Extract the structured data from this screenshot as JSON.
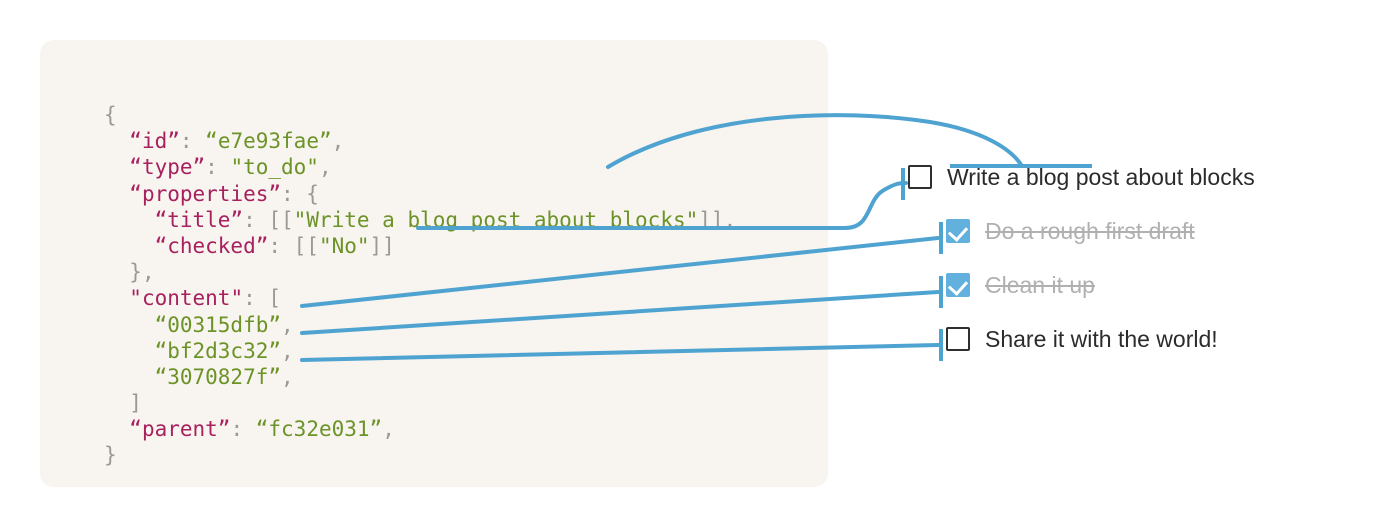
{
  "panel": {
    "background_color": "#f8f4ef",
    "accent_color": "#4fa3d1",
    "key_color": "#a7215e",
    "value_color": "#6c9328",
    "punctuation_color": "#9a9a94"
  },
  "code": {
    "language": "json",
    "lines": [
      {
        "id": "l0",
        "indent": 0,
        "tokens": [
          {
            "t": "punc",
            "s": "{"
          }
        ]
      },
      {
        "id": "l1",
        "indent": 1,
        "tokens": [
          {
            "t": "key",
            "s": "“id”"
          },
          {
            "t": "punc",
            "s": ": "
          },
          {
            "t": "val",
            "s": "“e7e93fae”"
          },
          {
            "t": "punc",
            "s": ","
          }
        ]
      },
      {
        "id": "l2",
        "indent": 1,
        "tokens": [
          {
            "t": "key",
            "s": "“type”"
          },
          {
            "t": "punc",
            "s": ": "
          },
          {
            "t": "val",
            "s": "\"to_do\""
          },
          {
            "t": "punc",
            "s": ","
          }
        ]
      },
      {
        "id": "l3",
        "indent": 1,
        "tokens": [
          {
            "t": "key",
            "s": "“properties”"
          },
          {
            "t": "punc",
            "s": ": {"
          }
        ]
      },
      {
        "id": "l4",
        "indent": 2,
        "tokens": [
          {
            "t": "key",
            "s": "“title”"
          },
          {
            "t": "punc",
            "s": ": [["
          },
          {
            "t": "val",
            "s": "\"Write a blog post about blocks\""
          },
          {
            "t": "punc",
            "s": "]],"
          }
        ]
      },
      {
        "id": "l5",
        "indent": 2,
        "tokens": [
          {
            "t": "key",
            "s": "“checked”"
          },
          {
            "t": "punc",
            "s": ": [["
          },
          {
            "t": "val",
            "s": "\"No\""
          },
          {
            "t": "punc",
            "s": "]]"
          }
        ]
      },
      {
        "id": "l6",
        "indent": 1,
        "tokens": [
          {
            "t": "punc",
            "s": "},"
          }
        ]
      },
      {
        "id": "l7",
        "indent": 1,
        "tokens": [
          {
            "t": "key",
            "s": "\"content\""
          },
          {
            "t": "punc",
            "s": ": ["
          }
        ]
      },
      {
        "id": "l8",
        "indent": 2,
        "tokens": [
          {
            "t": "val",
            "s": "“00315dfb”"
          },
          {
            "t": "punc",
            "s": ","
          }
        ]
      },
      {
        "id": "l9",
        "indent": 2,
        "tokens": [
          {
            "t": "val",
            "s": "“bf2d3c32”"
          },
          {
            "t": "punc",
            "s": ","
          }
        ]
      },
      {
        "id": "l10",
        "indent": 2,
        "tokens": [
          {
            "t": "val",
            "s": "“3070827f”"
          },
          {
            "t": "punc",
            "s": ","
          }
        ]
      },
      {
        "id": "l11",
        "indent": 1,
        "tokens": [
          {
            "t": "punc",
            "s": "]"
          }
        ]
      },
      {
        "id": "l12",
        "indent": 1,
        "tokens": [
          {
            "t": "key",
            "s": "“parent”"
          },
          {
            "t": "punc",
            "s": ": "
          },
          {
            "t": "val",
            "s": "“fc32e031”"
          },
          {
            "t": "punc",
            "s": ","
          }
        ]
      },
      {
        "id": "l13",
        "indent": 0,
        "tokens": [
          {
            "t": "punc",
            "s": "}"
          }
        ]
      }
    ]
  },
  "todo": {
    "items": [
      {
        "label": "Write a blog post about blocks",
        "checked": false,
        "source_field": "title"
      },
      {
        "label": "Do a rough first draft",
        "checked": true,
        "source_field": "content[0]"
      },
      {
        "label": "Clean it up",
        "checked": true,
        "source_field": "content[1]"
      },
      {
        "label": "Share it with the world!",
        "checked": false,
        "source_field": "content[2]"
      }
    ]
  },
  "connectors": {
    "stroke_color": "#4fa3d1",
    "stroke_width": 4,
    "items": [
      {
        "name": "title-to-label",
        "from": "title value",
        "to": "item 0 text underline"
      },
      {
        "name": "checked-to-box",
        "from": "checked value",
        "to": "item 0 checkbox"
      },
      {
        "name": "content0-to-item",
        "from": "“00315dfb”",
        "to": "item 1 checkbox"
      },
      {
        "name": "content1-to-item",
        "from": "“bf2d3c32”",
        "to": "item 2 checkbox"
      },
      {
        "name": "content2-to-item",
        "from": "“3070827f”",
        "to": "item 3 checkbox"
      }
    ]
  }
}
